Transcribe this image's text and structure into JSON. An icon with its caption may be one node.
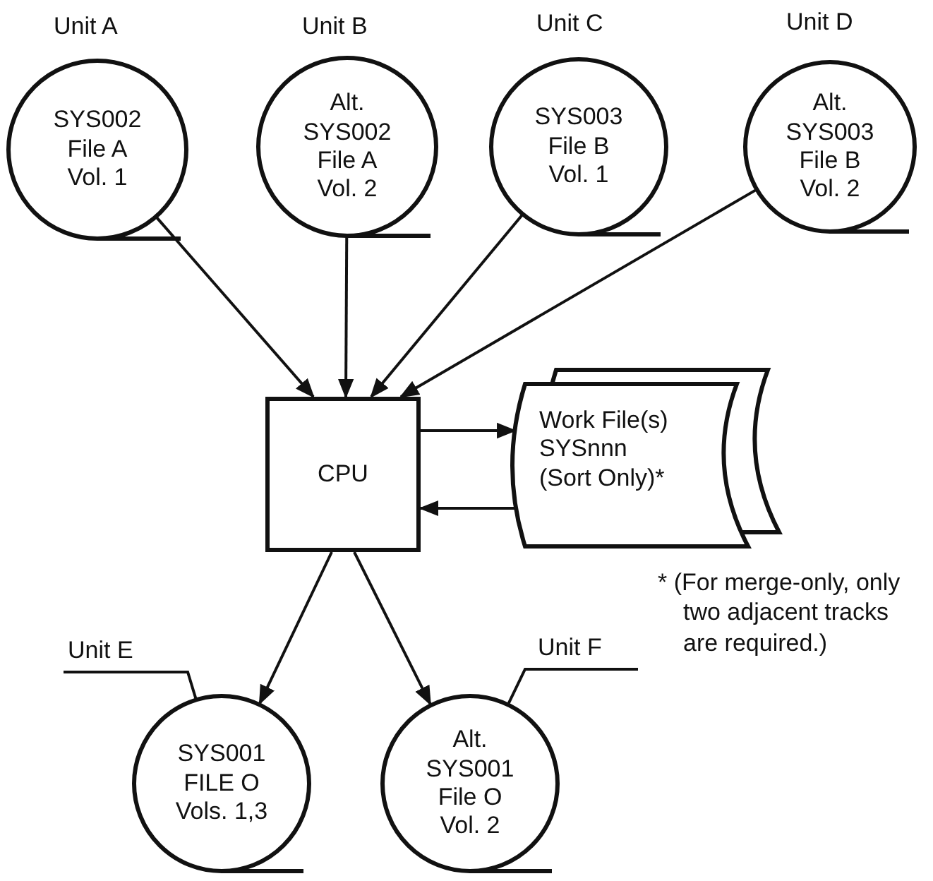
{
  "diagram": {
    "nodes": [
      {
        "text": [
          "Unit A",
          "SYS002 File A Vol. 1"
        ]
      },
      {
        "text": [
          "Unit B",
          "Alt. SYS002 File A Vol. 2"
        ]
      },
      {
        "text": [
          "Unit C",
          "SYS003 File B Vol. 1"
        ]
      },
      {
        "text": [
          "Unit D",
          "Alt. SYS003 File B Vol. 2"
        ]
      },
      {
        "text": [
          "CPU"
        ]
      },
      {
        "text": [
          "Work File(s) SYSnnn (Sort Only)*"
        ]
      },
      {
        "text": [
          "Unit E"
        ]
      },
      {
        "text": [
          "SYS001 FILE O Vols. 1,3"
        ]
      },
      {
        "text": [
          "Unit F"
        ]
      },
      {
        "text": [
          "Alt. SYS001 File O Vol. 2"
        ]
      }
    ],
    "edges": [
      {
        "from": 0,
        "to": 4,
        "arrow": "to"
      },
      {
        "from": 1,
        "to": 4,
        "arrow": "to"
      },
      {
        "from": 2,
        "to": 4,
        "arrow": "to"
      },
      {
        "from": 3,
        "to": 4,
        "arrow": "to"
      },
      {
        "from": 4,
        "to": 5,
        "arrow": "to"
      },
      {
        "from": 5,
        "to": 4,
        "arrow": "to"
      },
      {
        "from": 4,
        "to": 7,
        "arrow": "to"
      },
      {
        "from": 4,
        "to": 9,
        "arrow": "to"
      },
      {
        "from": 6,
        "to": 7,
        "arrow": "none"
      },
      {
        "from": 8,
        "to": 9,
        "arrow": "none"
      }
    ],
    "labels": [
      "* (For merge-only, only two adjacent tracks are required.)"
    ]
  }
}
